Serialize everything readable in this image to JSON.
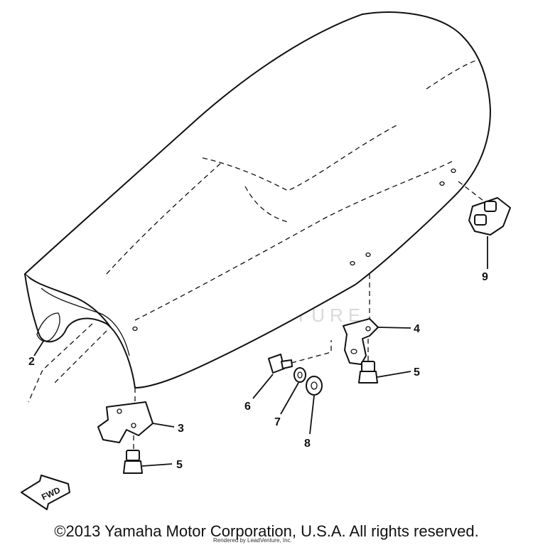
{
  "diagram": {
    "callouts": {
      "c2": "2",
      "c3": "3",
      "c4": "4",
      "c5a": "5",
      "c5b": "5",
      "c6": "6",
      "c7": "7",
      "c8": "8",
      "c9": "9"
    },
    "fwd_label": "FWD",
    "watermark": "LEADVENTURE",
    "rendered_by": "Rendered by LeadVenture, Inc."
  },
  "copyright": "©2013 Yamaha Motor Corporation, U.S.A. All rights reserved."
}
